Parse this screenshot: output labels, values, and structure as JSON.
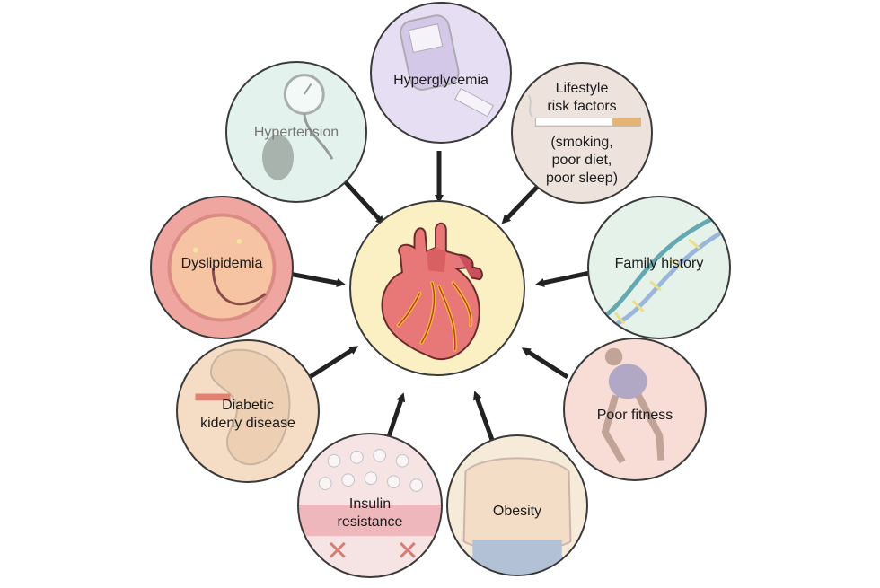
{
  "diagram": {
    "center": {
      "icon": "heart-icon"
    },
    "factors": [
      {
        "id": "hypertension",
        "label": "Hypertension",
        "icon": "blood-pressure-cuff-icon",
        "fill": "#e4f2ee"
      },
      {
        "id": "hyperglycemia",
        "label": "Hyperglycemia",
        "icon": "glucose-meter-icon",
        "fill": "#e6def2"
      },
      {
        "id": "lifestyle",
        "label": "Lifestyle\nrisk factors",
        "sub": "(smoking,\npoor diet,\npoor sleep)",
        "icon": "cigarette-icon",
        "fill": "#ede3dc"
      },
      {
        "id": "family-history",
        "label": "Family history",
        "icon": "dna-icon",
        "fill": "#e4f2ea"
      },
      {
        "id": "poor-fitness",
        "label": "Poor fitness",
        "icon": "running-person-icon",
        "fill": "#f8dcd6"
      },
      {
        "id": "obesity",
        "label": "Obesity",
        "icon": "torso-icon",
        "fill": "#f6ead9"
      },
      {
        "id": "insulin-resistance",
        "label": "Insulin\nresistance",
        "icon": "cell-receptor-icon",
        "fill": "#f6e3e3"
      },
      {
        "id": "diabetic-kidney",
        "label": "Diabetic\nkideny disease",
        "icon": "kidney-icon",
        "fill": "#f5dcc4"
      },
      {
        "id": "dyslipidemia",
        "label": "Dyslipidemia",
        "icon": "artery-plaque-icon",
        "fill": "#f0a6a0"
      }
    ]
  }
}
